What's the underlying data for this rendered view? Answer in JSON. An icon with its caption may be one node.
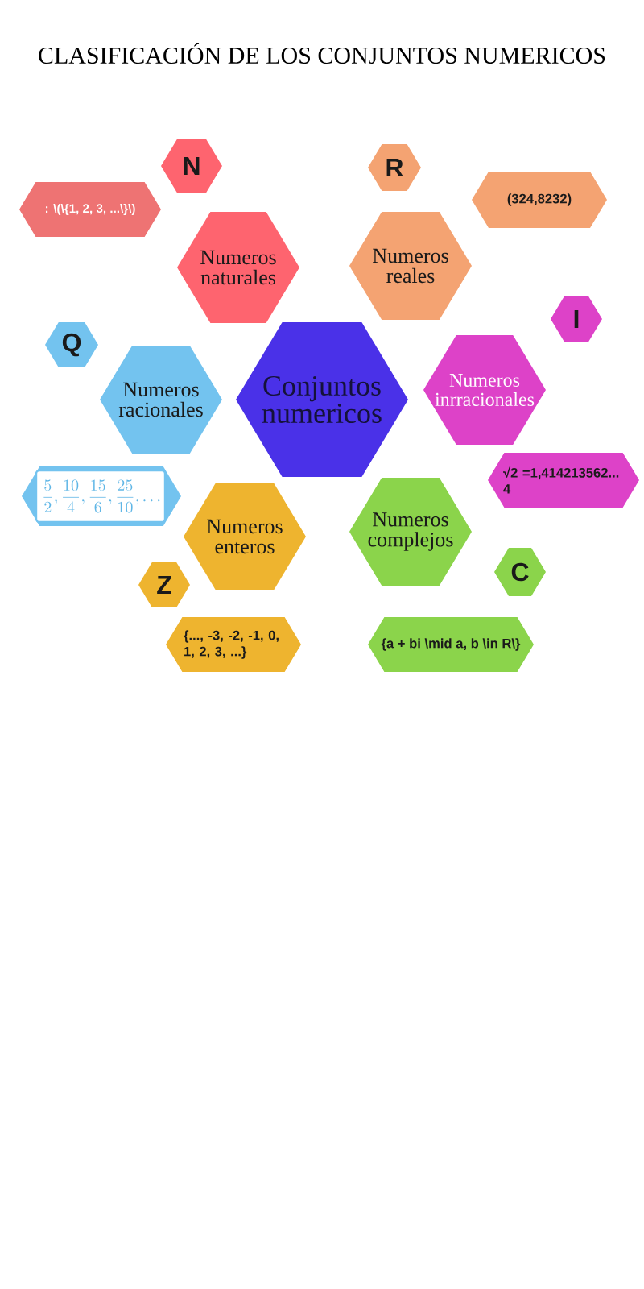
{
  "diagram": {
    "title": "CLASIFICACIÓN DE LOS CONJUNTOS NUMERICOS",
    "nodes": [
      {
        "text": [
          "N"
        ]
      },
      {
        "text": [
          "R"
        ]
      },
      {
        "text": [
          ": \\(\\{1, 2, 3, ...\\}\\)"
        ]
      },
      {
        "text": [
          "(324,8232)"
        ]
      },
      {
        "text": [
          "Numeros naturales"
        ]
      },
      {
        "text": [
          "Numeros reales"
        ]
      },
      {
        "text": [
          "I"
        ]
      },
      {
        "text": [
          "Q"
        ]
      },
      {
        "text": [
          "Conjuntos numericos"
        ]
      },
      {
        "text": [
          "Numeros racionales"
        ]
      },
      {
        "text": [
          "Numeros inrracionales"
        ]
      },
      {
        "text": [
          "\\frac{5}{2}, \\frac{10}{4}, \\frac{15}{6}, \\frac{25}{10}, \\ldots"
        ]
      },
      {
        "text": [
          "√2 =1,414213562... 4"
        ]
      },
      {
        "text": [
          "Numeros enteros"
        ]
      },
      {
        "text": [
          "Numeros complejos"
        ]
      },
      {
        "text": [
          "Z"
        ]
      },
      {
        "text": [
          "C"
        ]
      },
      {
        "text": [
          "{..., -3, -2, -1, 0, 1, 2, 3, ...}"
        ]
      },
      {
        "text": [
          "{a + bi \\mid a, b \\in R\\}"
        ]
      }
    ]
  }
}
